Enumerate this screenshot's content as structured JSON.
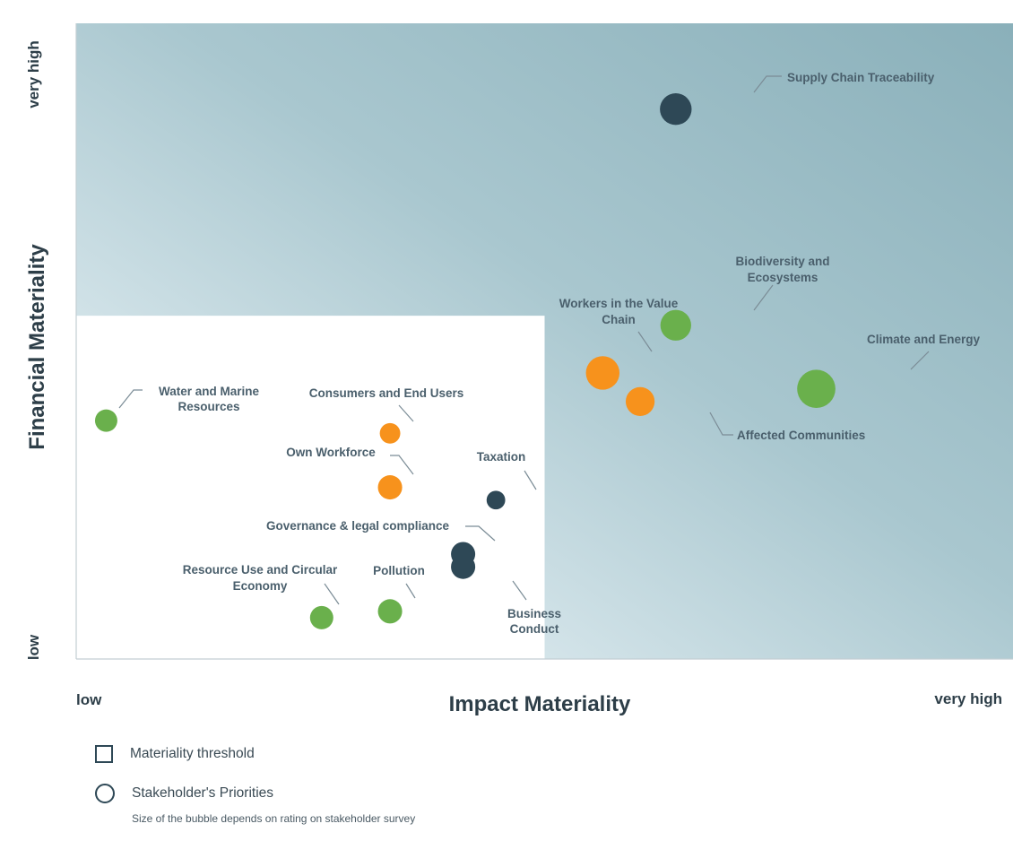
{
  "chart_data": {
    "type": "scatter",
    "title": "",
    "xlabel": "Impact Materiality",
    "ylabel": "Financial Materiality",
    "x_tick_low": "low",
    "x_tick_high": "very high",
    "y_tick_low": "low",
    "y_tick_high": "very high",
    "xlim": [
      0,
      10
    ],
    "ylim": [
      0,
      10
    ],
    "threshold": {
      "x": 5.0,
      "y": 5.4
    },
    "colors": {
      "environment": "#6ab04c",
      "social": "#f7921c",
      "governance": "#2e4856",
      "threshold_region_light": "#eef4f6",
      "threshold_region_dark": "#8fb2bc"
    },
    "points": [
      {
        "label": "Supply Chain Traceability",
        "x": 6.4,
        "y": 8.65,
        "size": 3.4,
        "group": "governance"
      },
      {
        "label": "Biodiversity and Ecosystems",
        "x": 6.4,
        "y": 5.25,
        "size": 3.3,
        "group": "environment"
      },
      {
        "label": "Climate and Energy",
        "x": 7.9,
        "y": 4.25,
        "size": 4.1,
        "group": "environment"
      },
      {
        "label": "Workers in the Value Chain",
        "x": 5.62,
        "y": 4.5,
        "size": 3.6,
        "group": "social"
      },
      {
        "label": "Affected Communities",
        "x": 6.02,
        "y": 4.05,
        "size": 3.1,
        "group": "social"
      },
      {
        "label": "Water and Marine Resources",
        "x": 0.32,
        "y": 3.75,
        "size": 2.4,
        "group": "environment"
      },
      {
        "label": "Consumers and End Users",
        "x": 3.35,
        "y": 3.55,
        "size": 2.2,
        "group": "social"
      },
      {
        "label": "Own Workforce",
        "x": 3.35,
        "y": 2.7,
        "size": 2.6,
        "group": "social"
      },
      {
        "label": "Taxation",
        "x": 4.48,
        "y": 2.5,
        "size": 2.0,
        "group": "governance"
      },
      {
        "label": "Governance & legal compliance",
        "x": 4.13,
        "y": 1.65,
        "size": 2.6,
        "group": "governance"
      },
      {
        "label": "Business Conduct",
        "x": 4.13,
        "y": 1.45,
        "size": 2.6,
        "group": "governance"
      },
      {
        "label": "Resource Use and Circular Economy",
        "x": 2.62,
        "y": 0.65,
        "size": 2.5,
        "group": "environment"
      },
      {
        "label": "Pollution",
        "x": 3.35,
        "y": 0.75,
        "size": 2.6,
        "group": "environment"
      }
    ]
  },
  "legend": {
    "threshold_label": "Materiality threshold",
    "priorities_label": "Stakeholder's Priorities",
    "priorities_note": "Size of the bubble depends on rating on stakeholder survey"
  }
}
